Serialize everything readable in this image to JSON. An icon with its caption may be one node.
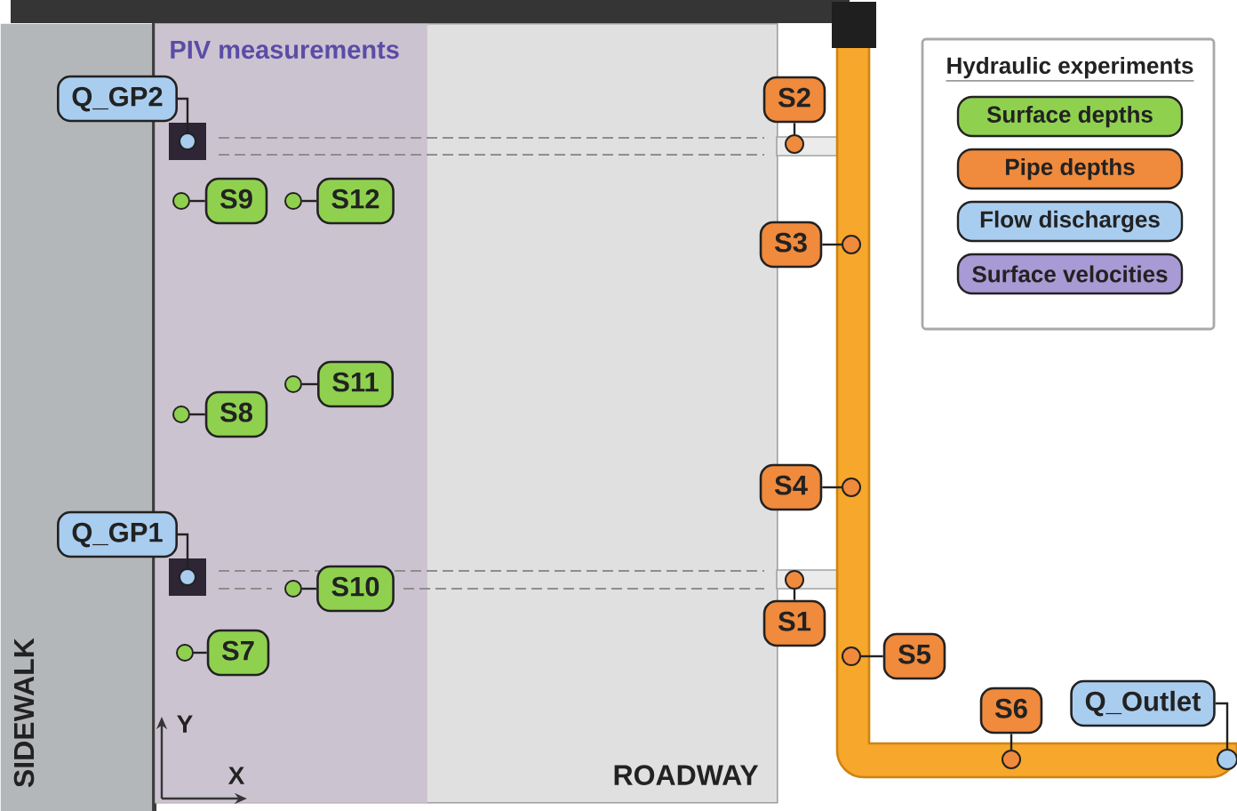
{
  "diagram": {
    "nodes": [
      {
        "text": [
          "SIDEWALK"
        ]
      },
      {
        "text": [
          "ROADWAY"
        ]
      },
      {
        "text": [
          "PIV measurements"
        ],
        "in": 1
      },
      {
        "text": [
          "Q_GP2"
        ]
      },
      {
        "text": [],
        "shape": "circle",
        "in": 2
      },
      {
        "text": [
          "S2"
        ]
      },
      {
        "text": [],
        "shape": "circle"
      },
      {
        "text": [
          "S9"
        ],
        "in": 2
      },
      {
        "text": [],
        "shape": "circle",
        "in": 2
      },
      {
        "text": [
          "S12"
        ],
        "in": 2
      },
      {
        "text": [],
        "shape": "circle",
        "in": 2
      },
      {
        "text": [
          "S3"
        ]
      },
      {
        "text": [],
        "shape": "circle"
      },
      {
        "text": [
          "S11"
        ],
        "in": 2
      },
      {
        "text": [],
        "shape": "circle",
        "in": 2
      },
      {
        "text": [
          "S8"
        ],
        "in": 2
      },
      {
        "text": [],
        "shape": "circle",
        "in": 2
      },
      {
        "text": [
          "S4"
        ]
      },
      {
        "text": [],
        "shape": "circle"
      },
      {
        "text": [
          "Q_GP1"
        ]
      },
      {
        "text": [],
        "shape": "circle",
        "in": 2
      },
      {
        "text": [
          "S10"
        ],
        "in": 2
      },
      {
        "text": [],
        "shape": "circle",
        "in": 2
      },
      {
        "text": [
          "S1"
        ]
      },
      {
        "text": [],
        "shape": "circle"
      },
      {
        "text": [
          "S7"
        ],
        "in": 2
      },
      {
        "text": [],
        "shape": "circle",
        "in": 2
      },
      {
        "text": [
          "S5"
        ]
      },
      {
        "text": [],
        "shape": "circle"
      },
      {
        "text": [
          "S6"
        ]
      },
      {
        "text": [],
        "shape": "circle"
      },
      {
        "text": [
          "Q_Outlet"
        ]
      },
      {
        "text": [],
        "shape": "circle"
      }
    ],
    "edges": [
      {
        "from": 3,
        "to": 4,
        "arrow": "none"
      },
      {
        "from": 5,
        "to": 6,
        "arrow": "none"
      },
      {
        "from": 7,
        "to": 8,
        "arrow": "none"
      },
      {
        "from": 9,
        "to": 10,
        "arrow": "none"
      },
      {
        "from": 11,
        "to": 12,
        "arrow": "none"
      },
      {
        "from": 13,
        "to": 14,
        "arrow": "none"
      },
      {
        "from": 15,
        "to": 16,
        "arrow": "none"
      },
      {
        "from": 17,
        "to": 18,
        "arrow": "none"
      },
      {
        "from": 19,
        "to": 20,
        "arrow": "none"
      },
      {
        "from": 21,
        "to": 22,
        "arrow": "none"
      },
      {
        "from": 23,
        "to": 24,
        "arrow": "none"
      },
      {
        "from": 25,
        "to": 26,
        "arrow": "none"
      },
      {
        "from": 27,
        "to": 28,
        "arrow": "none"
      },
      {
        "from": 29,
        "to": 30,
        "arrow": "none"
      },
      {
        "from": 31,
        "to": 32,
        "arrow": "none"
      }
    ],
    "labels": [
      "Hydraulic experiments",
      "Y",
      "X"
    ],
    "legend": [
      {
        "text": "Surface depths",
        "color": "#8fd14f"
      },
      {
        "text": "Pipe depths",
        "color": "#f08a3c"
      },
      {
        "text": "Flow discharges",
        "color": "#a9cdef"
      },
      {
        "text": "Surface velocities",
        "color": "#a89ad4"
      }
    ]
  }
}
